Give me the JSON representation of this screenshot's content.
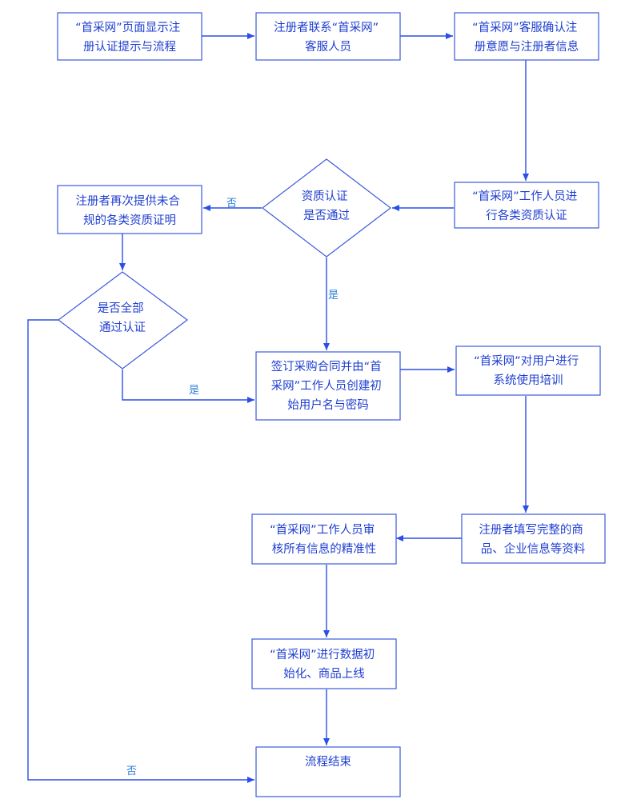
{
  "colors": {
    "box_border": "#3b5bdb",
    "text": "#1f3fd0",
    "arrow": "#2b4fe6",
    "edge_label": "#2f7fd6"
  },
  "nodes": [
    {
      "id": "show_prompt",
      "lines": [
        "“首采网”页面显示注",
        "册认证提示与流程"
      ]
    },
    {
      "id": "contact_cs",
      "lines": [
        "注册者联系“首采网”",
        "客服人员"
      ]
    },
    {
      "id": "cs_confirm",
      "lines": [
        "“首采网”客服确认注",
        "册意愿与注册者信息"
      ]
    },
    {
      "id": "staff_qual_cert",
      "lines": [
        "“首采网”工作人员进",
        "行各类资质认证"
      ]
    },
    {
      "id": "qual_pass",
      "lines": [
        "资质认证",
        "是否通过"
      ]
    },
    {
      "id": "resubmit",
      "lines": [
        "注册者再次提供未合",
        "规的各类资质证明"
      ]
    },
    {
      "id": "all_pass",
      "lines": [
        "是否全部",
        "通过认证"
      ]
    },
    {
      "id": "sign_contract",
      "lines": [
        "签订采购合同并由“首",
        "采网”工作人员创建初",
        "始用户名与密码"
      ]
    },
    {
      "id": "training",
      "lines": [
        "“首采网”对用户进行",
        "系统使用培训"
      ]
    },
    {
      "id": "fill_info",
      "lines": [
        "注册者填写完整的商",
        "品、企业信息等资料"
      ]
    },
    {
      "id": "staff_review",
      "lines": [
        "“首采网”工作人员审",
        "核所有信息的精准性"
      ]
    },
    {
      "id": "data_init",
      "lines": [
        "“首采网”进行数据初",
        "始化、商品上线"
      ]
    },
    {
      "id": "end",
      "lines": [
        "流程结束"
      ]
    }
  ],
  "edge_labels": {
    "qual_no": "否",
    "qual_yes": "是",
    "all_yes": "是",
    "all_no": "否"
  }
}
